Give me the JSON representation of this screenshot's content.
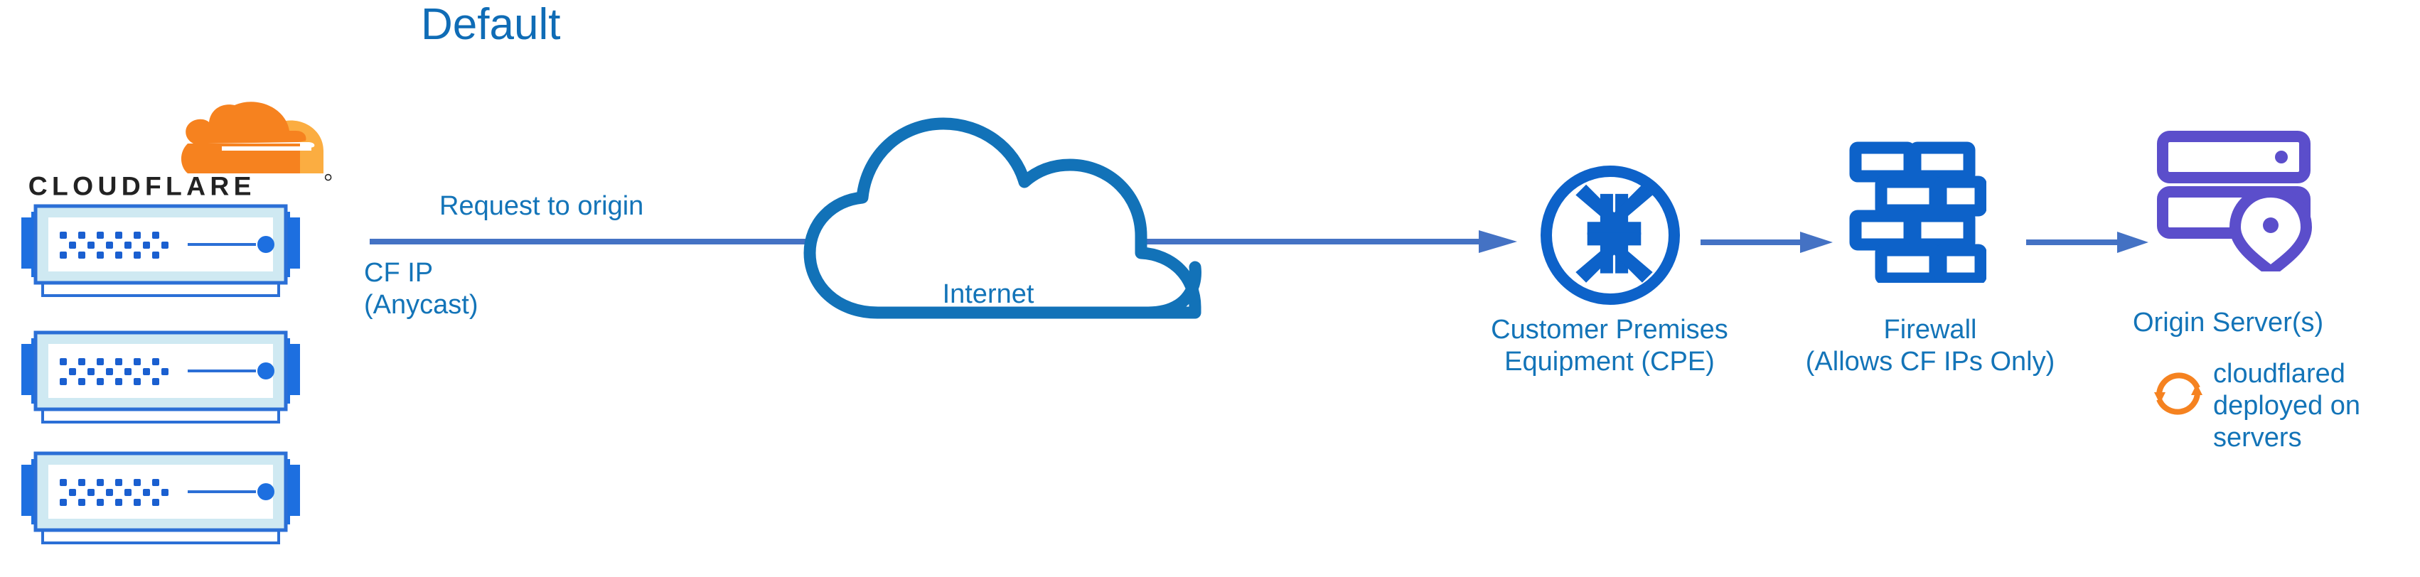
{
  "title": "Default",
  "colors": {
    "title_blue": "#0f6cb6",
    "label_blue": "#1374b8",
    "arrow_blue": "#4472c4",
    "icon_blue": "#0d62c9",
    "cloud_outline_blue": "#1272b8",
    "server_purple": "#5b4ecb",
    "cloudflared_orange": "#f58220",
    "cf_orange_dark": "#f6821f",
    "cf_orange_light": "#fbad41",
    "cf_wordmark_black": "#222222",
    "server_frame": "#2b6fd6",
    "server_inner_band": "#cfe9f2",
    "server_dot": "#1a5fd0"
  },
  "brand": {
    "logo_name": "cloudflare-logo",
    "wordmark": "CLOUDFLARE",
    "registered_mark": "®"
  },
  "left_stack": {
    "name": "cloudflare-edge-servers",
    "count": 3,
    "units": [
      {
        "name": "server-unit-1"
      },
      {
        "name": "server-unit-2"
      },
      {
        "name": "server-unit-3"
      }
    ]
  },
  "labels": {
    "request_to_origin": "Request to origin",
    "cf_ip": "CF IP\n(Anycast)",
    "internet": "Internet",
    "cpe": "Customer Premises\nEquipment (CPE)",
    "firewall": "Firewall\n(Allows CF IPs Only)",
    "origin_server": "Origin Server(s)",
    "cloudflared": "cloudflared\ndeployed on\nservers"
  },
  "icons": {
    "cloud": "cloud-icon",
    "router": "router-icon",
    "firewall": "brick-wall-icon",
    "origin_server": "server-rack-pin-icon",
    "cloudflared": "sync-arrows-icon"
  },
  "flow": {
    "arrows": [
      {
        "name": "arrow-cloudflare-to-origin",
        "from": "cloudflare-edge-servers",
        "to": "customer-premises-equipment",
        "label": "Request to origin"
      },
      {
        "name": "arrow-cpe-to-firewall",
        "from": "customer-premises-equipment",
        "to": "firewall"
      },
      {
        "name": "arrow-firewall-to-origin",
        "from": "firewall",
        "to": "origin-server"
      }
    ]
  }
}
